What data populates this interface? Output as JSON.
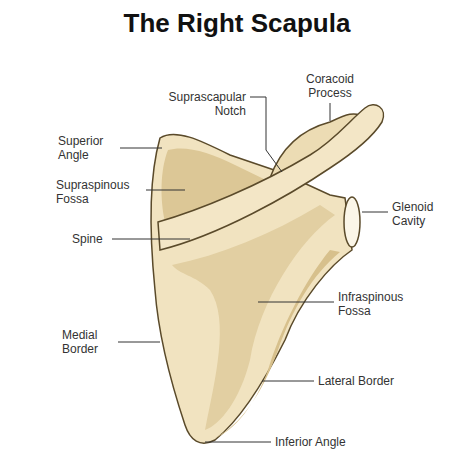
{
  "diagram": {
    "title": "The Right Scapula",
    "labels": [
      "Suprascapular Notch",
      "Coracoid Process",
      "Superior Angle",
      "Supraspinous Fossa",
      "Spine",
      "Glenoid Cavity",
      "Infraspinous Fossa",
      "Medial Border",
      "Lateral Border",
      "Inferior Angle"
    ]
  }
}
